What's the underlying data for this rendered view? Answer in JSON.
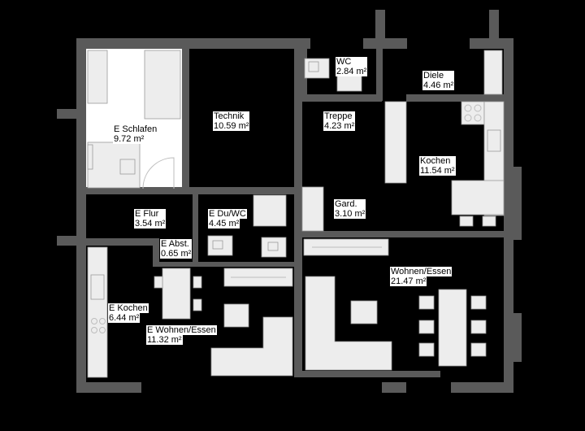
{
  "rooms": [
    {
      "name": "E Schlafen",
      "area": "9.72 m²"
    },
    {
      "name": "Technik",
      "area": "10.59 m²"
    },
    {
      "name": "WC",
      "area": "2.84 m²"
    },
    {
      "name": "Diele",
      "area": "4.46 m²"
    },
    {
      "name": "Treppe",
      "area": "4.23 m²"
    },
    {
      "name": "Kochen",
      "area": "11.54 m²"
    },
    {
      "name": "E Flur",
      "area": "3.54 m²"
    },
    {
      "name": "E Du/WC",
      "area": "4.45 m²"
    },
    {
      "name": "Gard.",
      "area": "3.10 m²"
    },
    {
      "name": "E Abst.",
      "area": "0.65 m²"
    },
    {
      "name": "Wohnen/Essen",
      "area": "21.47 m²"
    },
    {
      "name": "E Kochen",
      "area": "6.44 m²"
    },
    {
      "name": "E Wohnen/Essen",
      "area": "11.32 m²"
    }
  ],
  "colors": {
    "background": "#000000",
    "wall": "#5a5a5a",
    "furniture": "#ededed",
    "highlight_room": "#ffffff"
  }
}
